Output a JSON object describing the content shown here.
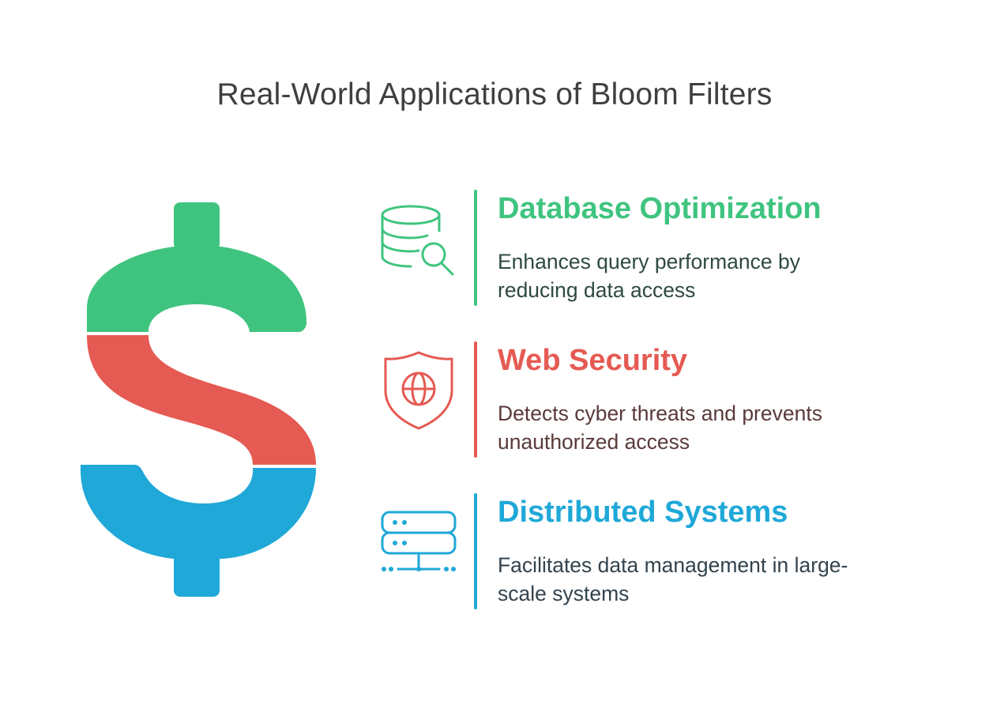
{
  "title": "Real-World Applications of Bloom Filters",
  "colors": {
    "green": "#3fc47f",
    "red": "#e55a52",
    "blue": "#1fa8d8",
    "title": "#3f3f3f"
  },
  "items": [
    {
      "heading": "Database Optimization",
      "description": "Enhances query performance by reducing data access",
      "icon": "database-search-icon",
      "color": "#3fc47f",
      "text_color": "#2f4a40"
    },
    {
      "heading": "Web Security",
      "description": "Detects cyber threats and prevents unauthorized access",
      "icon": "shield-globe-icon",
      "color": "#e55a52",
      "text_color": "#5a3a3a"
    },
    {
      "heading": "Distributed Systems",
      "description": "Facilitates data management in large-scale systems",
      "icon": "server-network-icon",
      "color": "#1fa8d8",
      "text_color": "#33434d"
    }
  ]
}
